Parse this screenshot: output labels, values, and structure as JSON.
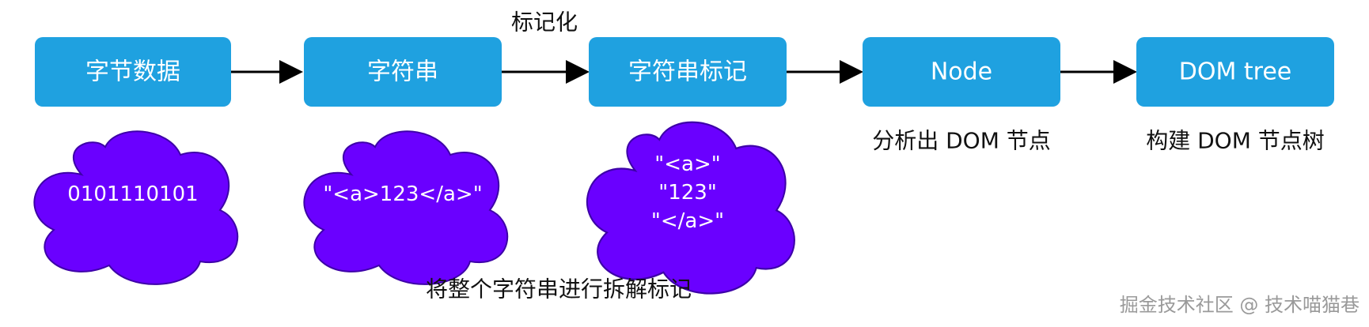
{
  "colors": {
    "box_fill": "#1fa1e0",
    "cloud_fill": "#6a00ff",
    "cloud_stroke": "#3d00a8",
    "arrow": "#000000"
  },
  "boxes": [
    {
      "label": "字节数据"
    },
    {
      "label": "字符串"
    },
    {
      "label": "字符串标记"
    },
    {
      "label": "Node"
    },
    {
      "label": "DOM tree"
    }
  ],
  "arrows": [
    {
      "label": ""
    },
    {
      "label": "标记化"
    },
    {
      "label": ""
    },
    {
      "label": ""
    }
  ],
  "clouds": [
    {
      "lines": [
        "0101110101"
      ]
    },
    {
      "lines": [
        "\"<a>123</a>\""
      ]
    },
    {
      "lines": [
        "\"<a>\"",
        "\"123\"",
        "\"</a>\""
      ]
    }
  ],
  "captions": {
    "node": "分析出 DOM 节点",
    "dom_tree": "构建 DOM 节点树",
    "tokenize_note": "将整个字符串进行拆解标记"
  },
  "watermark": "掘金技术社区 @ 技术喵猫巷"
}
